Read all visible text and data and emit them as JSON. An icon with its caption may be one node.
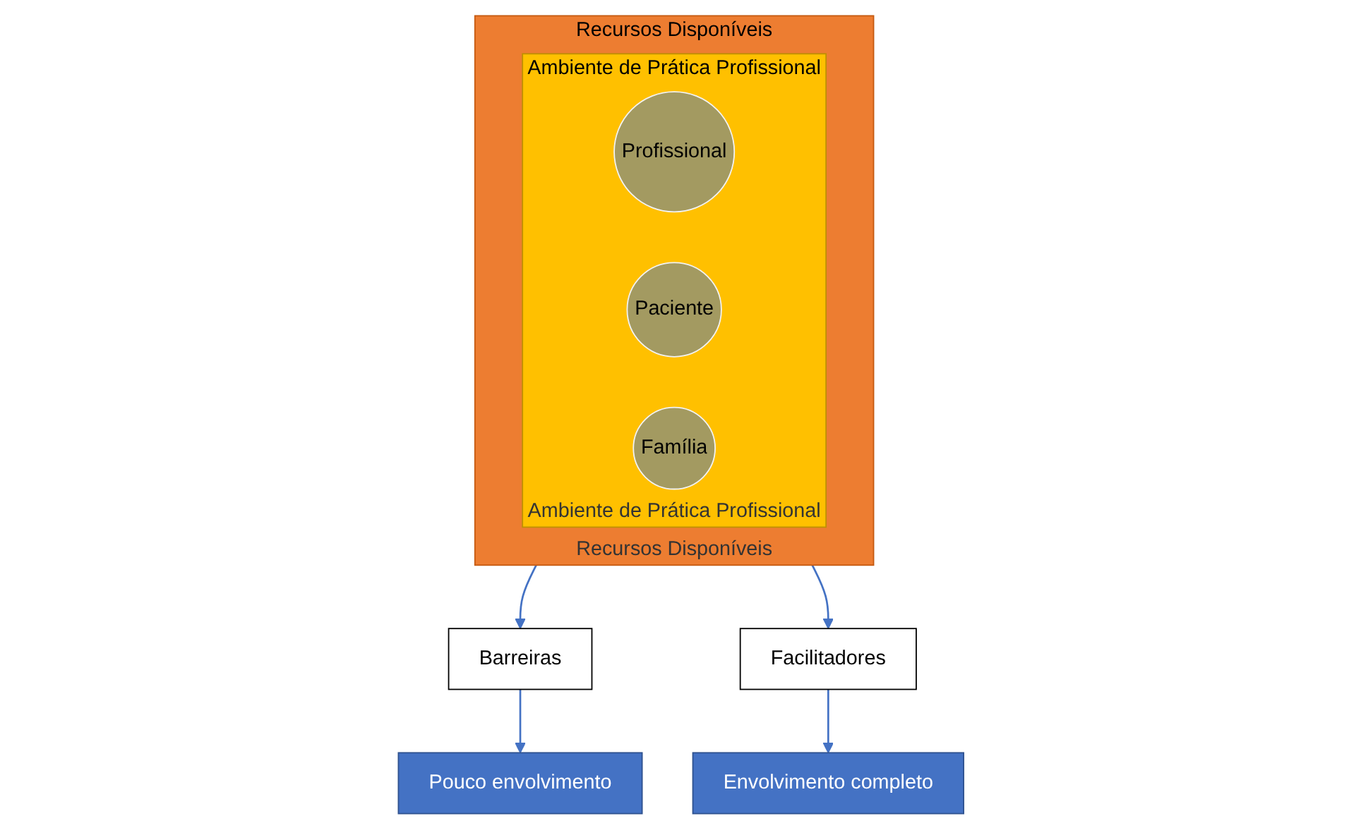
{
  "diagram": {
    "nodes": [
      {
        "text": [
          "Recursos Disponíveis",
          "Recursos Disponíveis"
        ]
      },
      {
        "text": [
          "Ambiente de Prática Profissional",
          "Ambiente de Prática Profissional"
        ],
        "in": 0
      },
      {
        "text": [
          "Profissional"
        ],
        "in": 1
      },
      {
        "text": [
          "Paciente"
        ],
        "in": 1
      },
      {
        "text": [
          "Família"
        ],
        "in": 1
      },
      {
        "text": [
          "Barreiras"
        ]
      },
      {
        "text": [
          "Facilitadores"
        ]
      },
      {
        "text": [
          "Pouco envolvimento"
        ]
      },
      {
        "text": [
          "Envolvimento completo"
        ]
      }
    ],
    "edges": [
      {
        "from": 0,
        "to": 5,
        "arrow": "to"
      },
      {
        "from": 0,
        "to": 6,
        "arrow": "to"
      },
      {
        "from": 5,
        "to": 7,
        "arrow": "to"
      },
      {
        "from": 6,
        "to": 8,
        "arrow": "to"
      }
    ]
  }
}
